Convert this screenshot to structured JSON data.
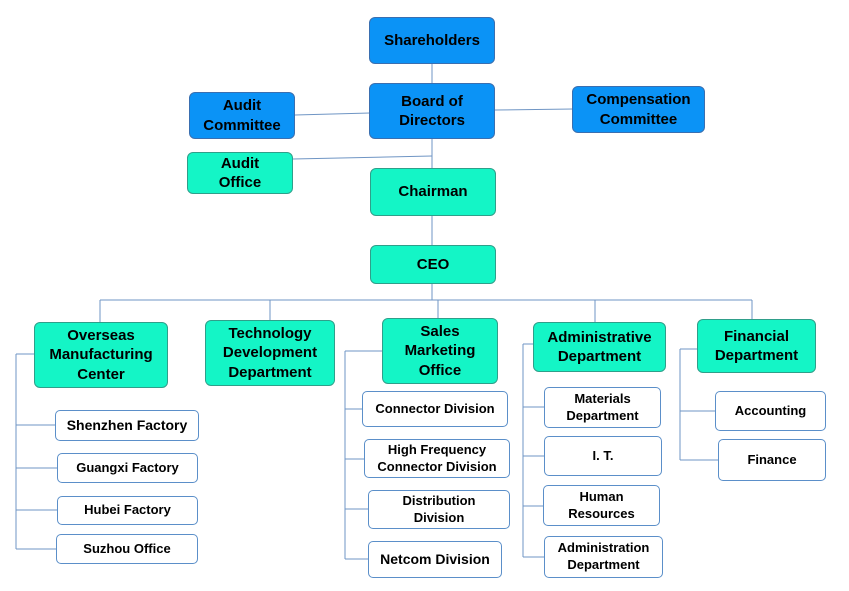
{
  "governance": {
    "shareholders": "Shareholders",
    "board": "Board of\nDirectors",
    "audit_committee": "Audit\nCommittee",
    "compensation_committee": "Compensation\nCommittee",
    "audit_office": "Audit\nOffice",
    "chairman": "Chairman",
    "ceo": "CEO"
  },
  "departments": [
    {
      "name": "Overseas\nManufacturing\nCenter",
      "units": [
        "Shenzhen Factory",
        "Guangxi Factory",
        "Hubei Factory",
        "Suzhou Office"
      ]
    },
    {
      "name": "Technology\nDevelopment\nDepartment",
      "units": []
    },
    {
      "name": "Sales\nMarketing\nOffice",
      "units": [
        "Connector Division",
        "High Frequency\nConnector Division",
        "Distribution\nDivision",
        "Netcom Division"
      ]
    },
    {
      "name": "Administrative\nDepartment",
      "units": [
        "Materials\nDepartment",
        "I. T.",
        "Human\nResources",
        "Administration\nDepartment"
      ]
    },
    {
      "name": "Financial\nDepartment",
      "units": [
        "Accounting",
        "Finance"
      ]
    }
  ],
  "colors": {
    "governance_fill": "#0b93f6",
    "management_fill": "#14f5c6",
    "unit_fill": "#ffffff",
    "connector_line": "#6f95c4"
  }
}
